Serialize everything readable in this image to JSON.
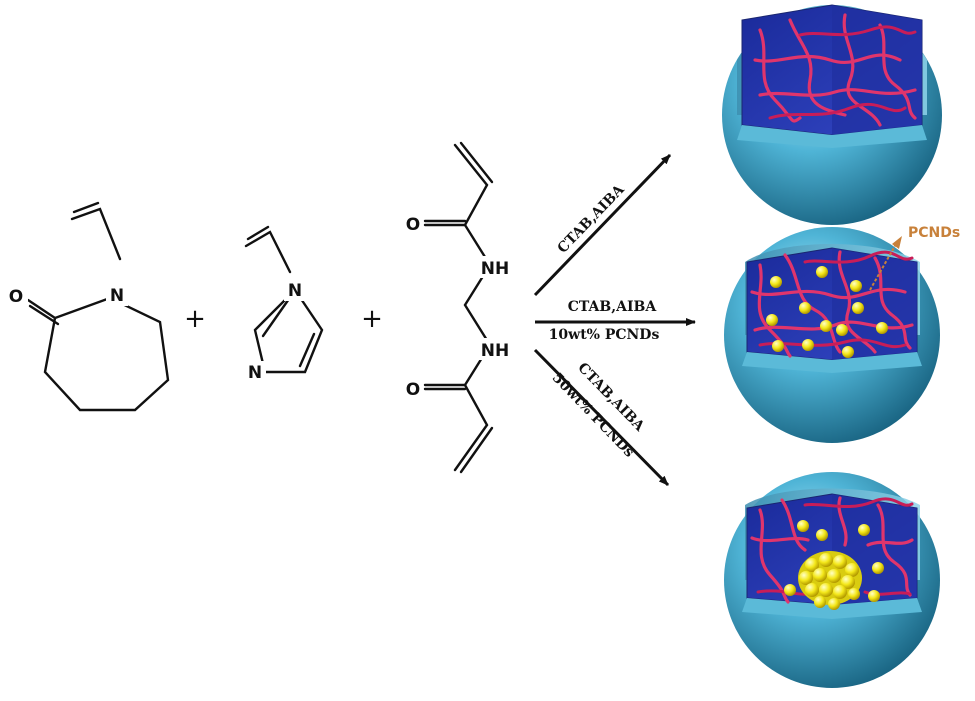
{
  "molecule_1": {
    "atoms": {
      "oxygen": "O",
      "nitrogen": "N"
    }
  },
  "plus_signs": [
    "+",
    "+"
  ],
  "molecule_2": {
    "atoms": {
      "nitrogen_top": "N",
      "nitrogen_bottom": "N"
    }
  },
  "molecule_3": {
    "atoms": {
      "oxygen_top": "O",
      "amine_top": "NH",
      "amine_bottom": "NH",
      "oxygen_bottom": "O"
    }
  },
  "arrows": [
    {
      "label_line1": "CTAB,AIBA"
    },
    {
      "label_line1": "CTAB,AIBA",
      "label_line2": "10wt% PCNDs"
    },
    {
      "label_line1": "CTAB,AIBA",
      "label_line2": "50wt% PCNDs"
    }
  ],
  "callout": {
    "label": "PCNDs"
  },
  "colors": {
    "sphere_outer": "#4fb4d6",
    "sphere_inner": "#2233a8",
    "polymer_chain": "#e0356c",
    "nanodot": "#f4e81a",
    "callout": "#c8813a"
  }
}
